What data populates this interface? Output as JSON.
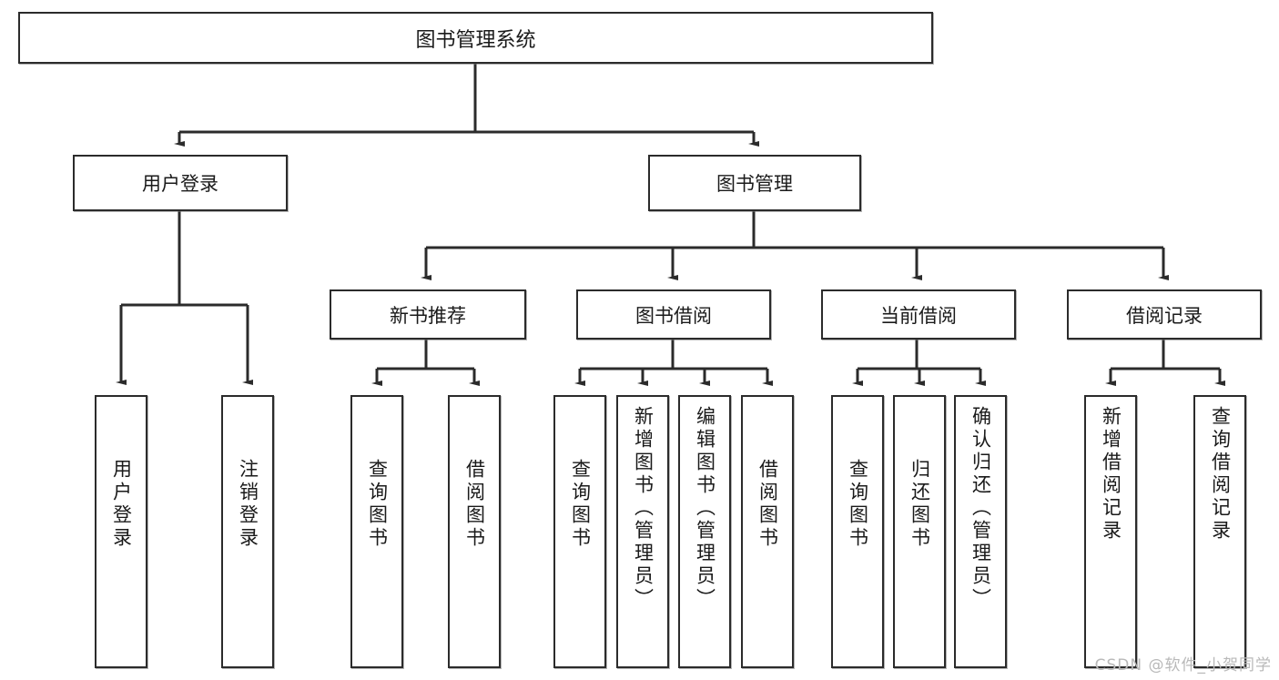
{
  "diagram": {
    "title": "图书管理系统",
    "type": "tree",
    "watermark": "CSDN @软件_小贺同学",
    "colors": {
      "box_border": "#2b2b2b",
      "box_fill": "#ffffff",
      "connector": "#2b2b2b",
      "text": "#1a1a1a",
      "watermark": "#b9b9b9"
    },
    "root": {
      "label": "图书管理系统"
    },
    "level2": [
      {
        "label": "用户登录"
      },
      {
        "label": "图书管理"
      }
    ],
    "level3": [
      {
        "label": "新书推荐"
      },
      {
        "label": "图书借阅"
      },
      {
        "label": "当前借阅"
      },
      {
        "label": "借阅记录"
      }
    ],
    "leaves": {
      "user_login": [
        {
          "label": "用户登录"
        },
        {
          "label": "注销登录"
        }
      ],
      "new_book": [
        {
          "label": "查询图书"
        },
        {
          "label": "借阅图书"
        }
      ],
      "book_borrow": [
        {
          "label": "查询图书"
        },
        {
          "label": "新增图书（管理员）"
        },
        {
          "label": "编辑图书（管理员）"
        },
        {
          "label": "借阅图书"
        }
      ],
      "current_borrow": [
        {
          "label": "查询图书"
        },
        {
          "label": "归还图书"
        },
        {
          "label": "确认归还（管理员）"
        }
      ],
      "borrow_record": [
        {
          "label": "新增借阅记录"
        },
        {
          "label": "查询借阅记录"
        }
      ]
    }
  }
}
